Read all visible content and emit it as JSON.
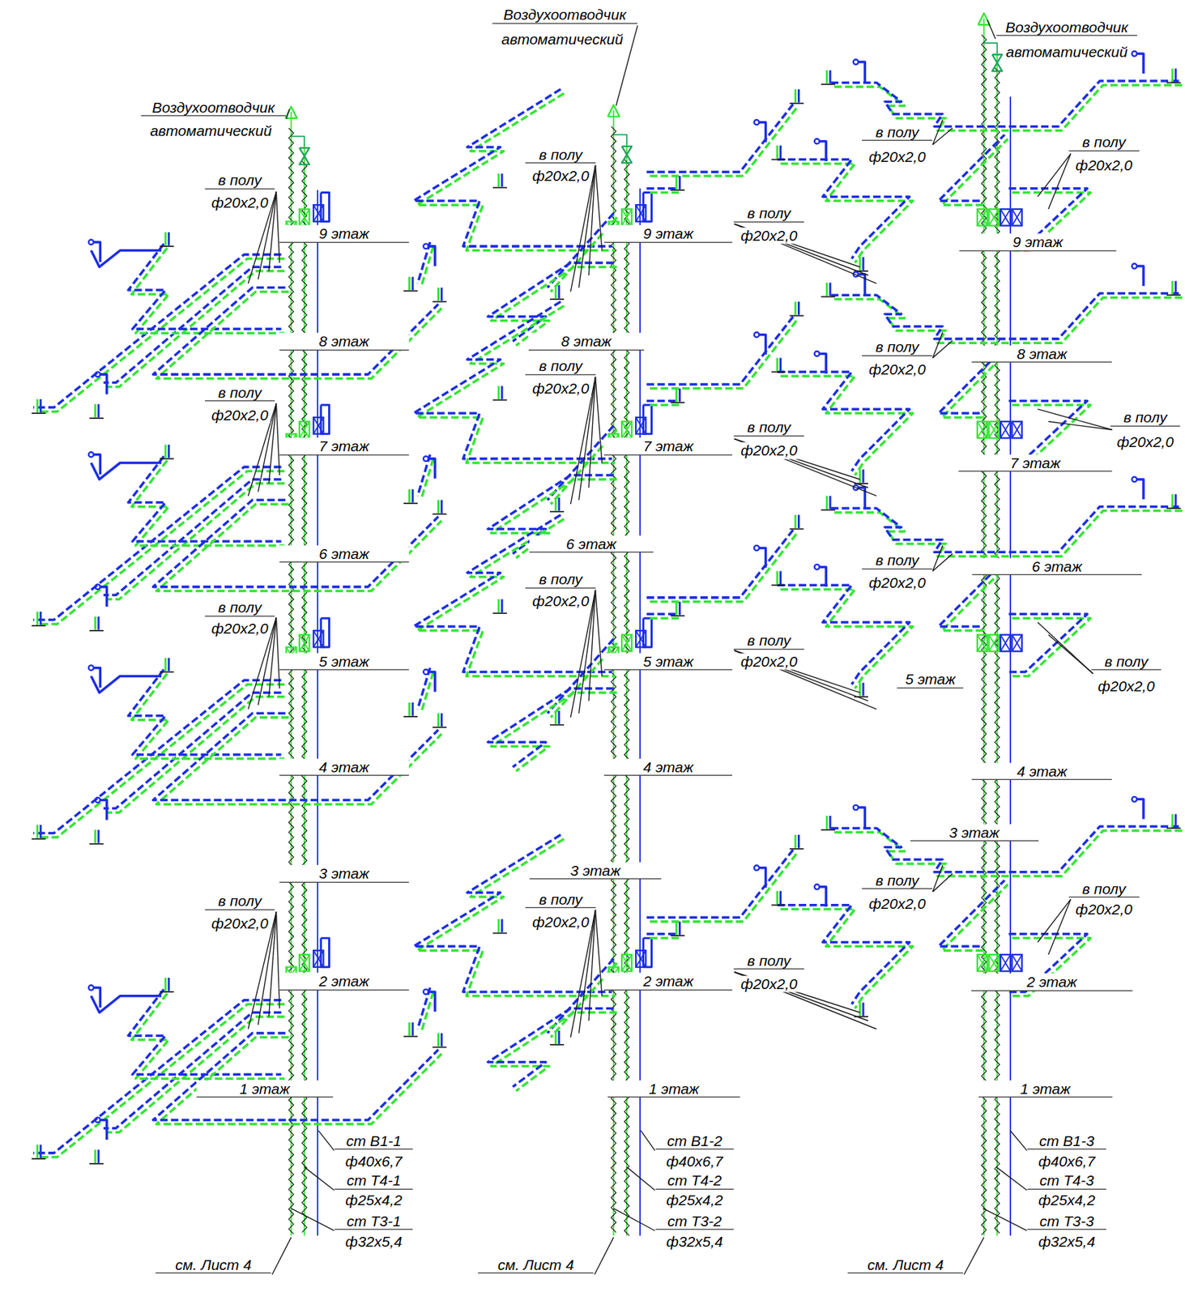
{
  "diagram": {
    "labels": [
      "Воздухоотводчик",
      "автоматический",
      "в полу",
      "ф20х2,0",
      "9 этаж",
      "8 этаж",
      "в полу",
      "ф20х2,0",
      "7 этаж",
      "6 этаж",
      "в полу",
      "ф20х2,0",
      "5 этаж",
      "4 этаж",
      "3 этаж",
      "в полу",
      "ф20х2,0",
      "2 этаж",
      "1 этаж",
      "ст В1-1",
      "ф40х6,7",
      "ст Т4-1",
      "ф25х4,2",
      "ст Т3-1",
      "ф32х5,4",
      "см. Лист 4",
      "Воздухоотводчик",
      "автоматический",
      "в полу",
      "ф20х2,0",
      "9 этаж",
      "в полу",
      "ф20х2,0",
      "8 этаж",
      "в полу",
      "ф20х2,0",
      "7 этаж",
      "в полу",
      "ф20х2,0",
      "6 этаж",
      "в полу",
      "ф20х2,0",
      "5 этаж",
      "в полу",
      "ф20х2,0",
      "4 этаж",
      "3 этаж",
      "в полу",
      "ф20х2,0",
      "2 этаж",
      "в полу",
      "ф20х2,0",
      "1 этаж",
      "ст В1-2",
      "ф40х6,7",
      "ст Т4-2",
      "ф25х4,2",
      "ст Т3-2",
      "ф32х5,4",
      "см. Лист 4",
      "Воздухоотводчик",
      "автоматический",
      "в полу",
      "ф20х2,0",
      "в полу",
      "ф20х2,0",
      "9 этаж",
      "в полу",
      "ф20х2,0",
      "8 этаж",
      "в полу",
      "ф20х2,0",
      "7 этаж",
      "в полу",
      "ф20х2,0",
      "6 этаж",
      "5 этаж",
      "в полу",
      "ф20х2,0",
      "4 этаж",
      "3 этаж",
      "в полу",
      "ф20х2,0",
      "в полу",
      "ф20х2,0",
      "2 этаж",
      "1 этаж",
      "ст В1-3",
      "ф40х6,7",
      "ст Т4-3",
      "ф25х4,2",
      "ст Т3-3",
      "ф32х5,4",
      "см. Лист 4"
    ]
  }
}
